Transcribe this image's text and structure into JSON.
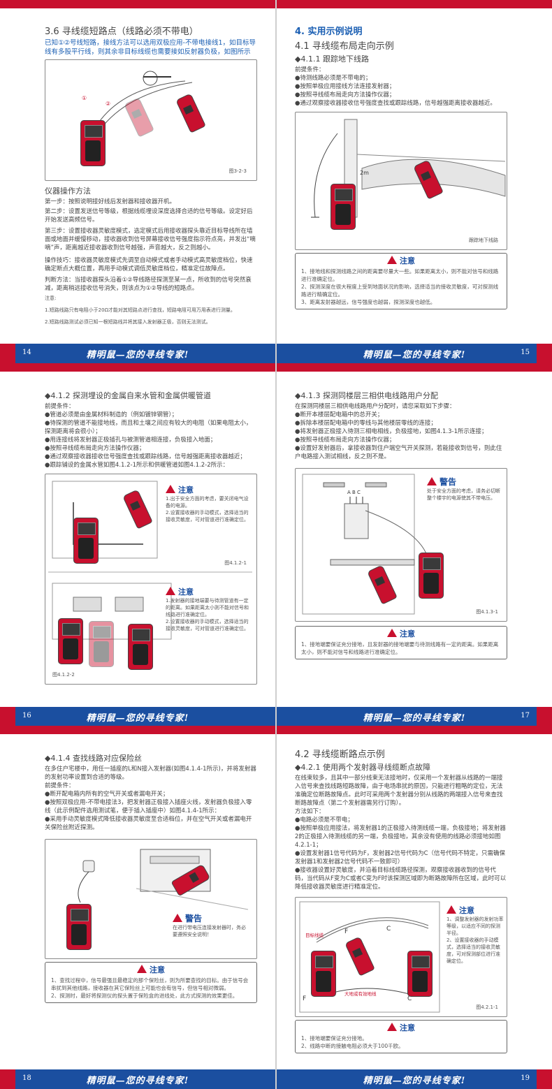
{
  "footer": {
    "slogan": "精明鼠—您的寻线专家!"
  },
  "p14": {
    "num": "14",
    "title": "3.6 寻线缆短路点（线路必须不带电）",
    "intro": "已知①②号线短路，接线方法可以选用双极应用-不带电接线1，如目标导线有多股平行线，则其余非目标线缆也需要接如反射器负极，如图所示",
    "fig_caption": "图3-2-3",
    "fig_labels": [
      "①",
      "②"
    ],
    "section": "仪器操作方法",
    "step1": "第一步：按照说明接好线后发射器和接收器开机。",
    "step2": "第二步：设置发送信号等级，根据线缆埋设深度选择合适的信号等级。设定好后开始发送高频信号。",
    "step3": "第三步：设置接收器灵敏度模式，选定模式后用接收器探头靠近目标导线所在墙面或地面并缓慢移动，接收器收到信号屏幕接收信号强度指示符点亮，并发出“嘀嘀”声，距离越近接收器收到信号越强，声音越大，反之则越小。",
    "tip": "操作技巧：接收器灵敏度模式先调至自动模式或者手动模式高灵敏度档位，快速确定断点大概位置，再用手动模式调低灵敏度档位，精准定位故障点。",
    "judge": "判断方法：当接收器探头沿着①②导线路径探测至某一点，所收到的信号突然衰减，距离稍远接收信号消失，则该点为①②导线的短路点。",
    "note_label": "注意:",
    "note1": "1.短路线路只有电阻小于20Ω才能对其短路点进行查找，短路电阻可用万用表进行测量。",
    "note2": "2.短路线路测试必须已知一根短路线并将其接入发射器正极，否则无法测试。"
  },
  "p15": {
    "num": "15",
    "h1": "4. 实用示例说明",
    "h2": "4.1 寻线缆布局走向示例",
    "h3": "◆4.1.1 跟踪地下线路",
    "pre": "前提条件：",
    "items": [
      "●待测线路必须是不带电的；",
      "●按照单极应用接线方法连接发射器；",
      "●按照寻线缆布局走向方法操作仪器；",
      "●通过观察接收器接收信号强度查找或跟踪线路，信号越强距离接收器越近。"
    ],
    "fig_dist": "2m",
    "fig_caption": "跟踪地下线路",
    "note_title": "注意",
    "notes": [
      "1、接地线和探测线路之间的距离要尽量大一些。如果距离太小，则不能对信号和线路进行准确定位。",
      "2、探测深度在很大程度上受到地面状况的影响，选择适当的接收灵敏度，可对探测线路进行精确定位。",
      "3、距离发射器越远，信号强度也越弱，探测深度也越低。"
    ]
  },
  "p16": {
    "num": "16",
    "h3": "◆4.1.2 探测埋设的金属自来水管和金属供暖管道",
    "pre": "前提条件：",
    "items": [
      "●管道必须是由金属材料制造的（例如镀锌钢管）；",
      "●待探测的管道不能接地线，而且和土壤之间应有较大的电阻（如果电阻太小，探测距离将会很小）；",
      "●用连接线将发射器正极插孔与被测管道相连接，负极接入地面；",
      "●按照寻线缆布局走向方法操作仪器；",
      "●通过观察接收器接收信号强度查找或跟踪线路，信号越强距离接收器越近；",
      "●跟踪铺设的金属水管如图4.1.2-1所示和供暖管道如图4.1.2-2所示："
    ],
    "note_title": "注意",
    "note_a": [
      "1.出于安全方面的考虑，要关闭电气设备的电源。",
      "2.设置接收器的手动模式，选择适当的接收灵敏度，可对管道进行准确定位。"
    ],
    "cap_a": "图4.1.2-1",
    "note_b": [
      "1.发射器的接地端要与待测管道有一定的距离。如果距离太小则不能对信号和线路进行准确定位。",
      "2.设置接收器的手动模式，选择适当的接收灵敏度，可对管道进行准确定位。"
    ],
    "cap_b": "图4.1.2-2"
  },
  "p17": {
    "num": "17",
    "h3": "◆4.1.3 探测同楼层三相供电线路用户分配",
    "intro": "在探测同楼层三相供电线路用户分配时，请您采取如下步骤：",
    "items": [
      "●断开本楼层配电箱中的总开关；",
      "●拆除本楼层配电箱中的零线与其他楼层零线的连接；",
      "●将发射器正极接入待测三相电相线，负极接地，如图4.1.3-1所示连接；",
      "●按照寻线缆布局走向方法操作仪器；",
      "●设置好发射器后，拿接收器到住户端空气开关探测，若能接收到信号，则此住户电路接入测试相线，反之则不是。"
    ],
    "warn_title": "警告",
    "warn_text": "处于安全方面的考虑，请务必切断整个楼宇的电源使其不带电压。",
    "abc": "A B C",
    "fig_caption": "图4.1.3-1",
    "note_title": "注意",
    "note_text": "1、接地端要保证充分接地，且发射器的接地端要与待测线路有一定的距离。如果距离太小，则不能对信号和线路进行准确定位。"
  },
  "p18": {
    "num": "18",
    "h3": "◆4.1.4 查找线路对应保险丝",
    "intro": "在多住户宅楼中，用任一插座的L和N接入发射器(如图4.1.4-1所示)，并将发射器的发射功率设置到合适的等级。",
    "pre": "前提条件：",
    "items": [
      "●断开配电箱内所有的空气开关或者漏电开关；",
      "●按照双极应用-不带电接法3，把发射器正极接入插座火线，发射器负极接入零线（此示例配件选用测试笔，便于插入插座中）如图4.1.4-1所示：",
      "●采用手动灵敏度模式降低接收器灵敏度至合适档位，并在空气开关或者漏电开关保险丝附近探测。"
    ],
    "warn_title": "警告",
    "warn_text": "在进行带电压连接发射器时，务必要遵照安全说明！",
    "note_title": "注意",
    "notes": [
      "1、查找过程中，信号最强且最稳定的那个保险丝，则为所要查找的目标。由于信号会串扰到其他线路，接收器在其它保险丝上可能也会有信号，但信号相对微弱。",
      "2、探测时，最好将探测仪的探头置于保险盒的进线处，此方式探测的效果更佳。"
    ]
  },
  "p19": {
    "num": "19",
    "h2": "4.2 寻线缆断路点示例",
    "h3": "◆4.2.1 使用两个发射器寻线缆断点故障",
    "intro": "在线束较多，且其中一部分线束无法接地时，仅采用一个发射器从线路的一端接入信号来查找线路短路故障，由于电场串扰的原因，只能进行粗略的定位，无法准确定位断路故障点。此时可采用两个发射器分别从线路的两端接入信号来查找断路故障点（第二个发射器需另行订购）。",
    "method": "方法如下：",
    "items": [
      "●电路必须是不带电；",
      "●按照单极应用接法，将发射器1的正极接入待测线缆一端，负极接地；将发射器2的正极接入待测线缆的另一端，负极接地，其余没有使用的线路必须接地如图4.2.1-1；",
      "●设置发射器1信号代码为F，发射器2信号代码为C（信号代码不特定，只需确保发射器1和发射器2信号代码不一致即可）",
      "●接收器设置好灵敏度，并沿着目标线缆路径探测，观察接收器收到的信号代码，当代码从F变为C或者C变为F时该探测区域即为断路故障所在区域，此时可以降低接收器灵敏度进行精准定位。"
    ],
    "fig_label_target": "目标线缆",
    "fig_label_ground": "大地或有效地线",
    "fig_f": "F",
    "fig_c": "C",
    "fig_caption": "图4.2.1-1",
    "note_title": "注意",
    "side_note": [
      "1、调整发射器的发射功率等级，以适应不同的探测半径。",
      "2、设置接收器的手动模式，选择适当的接收灵敏度，可对探测部位进行准确定位。"
    ],
    "notes": [
      "1、接地端要保证充分接地。",
      "2、线路中断的接触电阻必须大于100千欧。"
    ]
  }
}
